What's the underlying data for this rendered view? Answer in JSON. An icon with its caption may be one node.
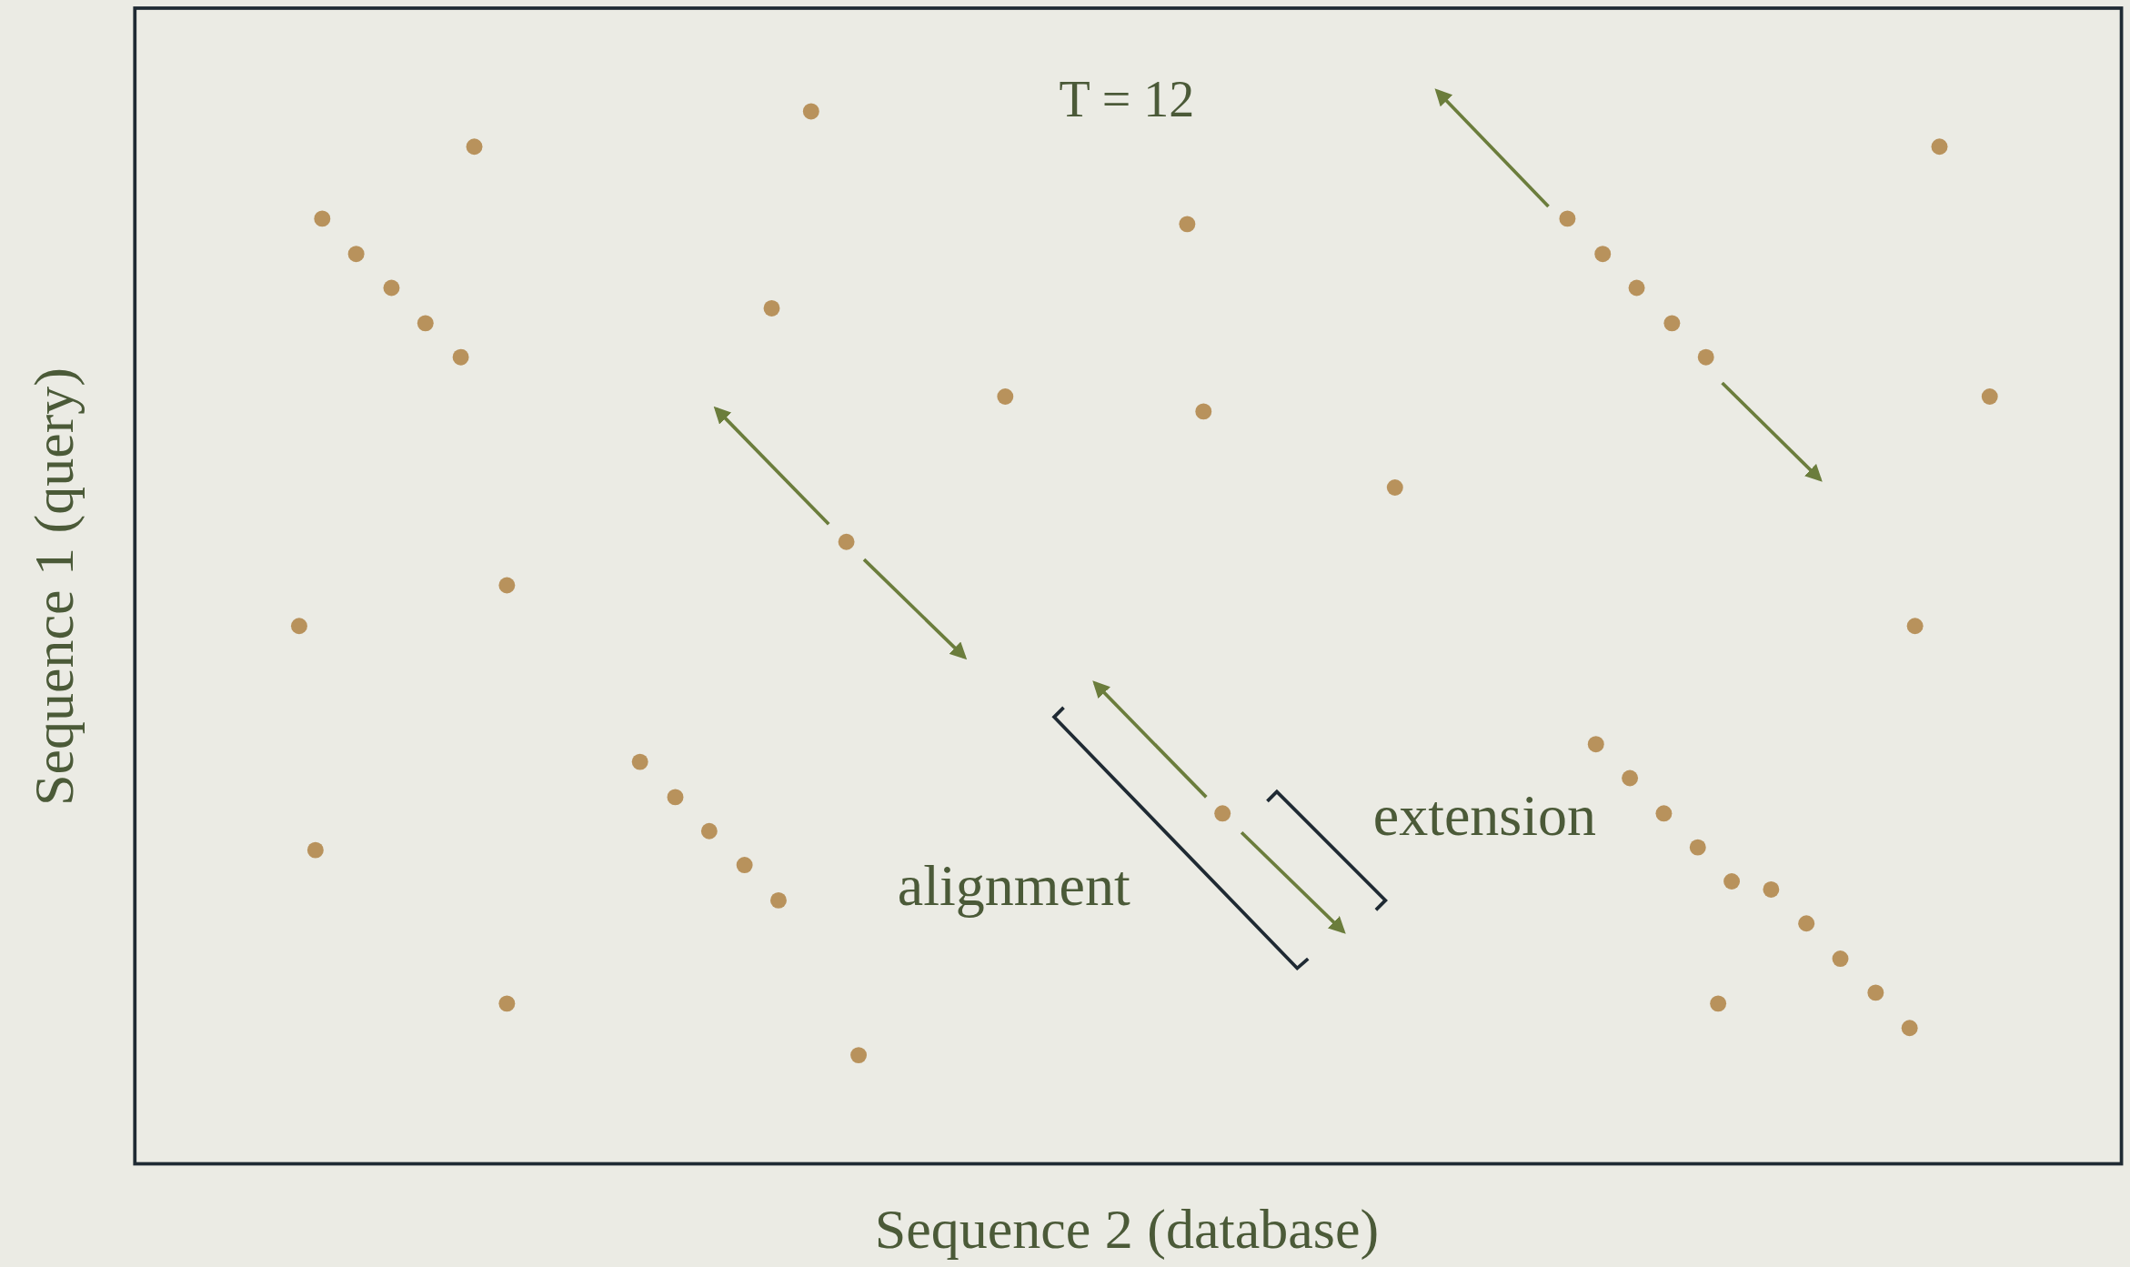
{
  "diagram": {
    "labels": [
      "T = 12",
      "extension",
      "alignment",
      "Sequence 1 (query)",
      "Sequence 2 (database)"
    ]
  }
}
